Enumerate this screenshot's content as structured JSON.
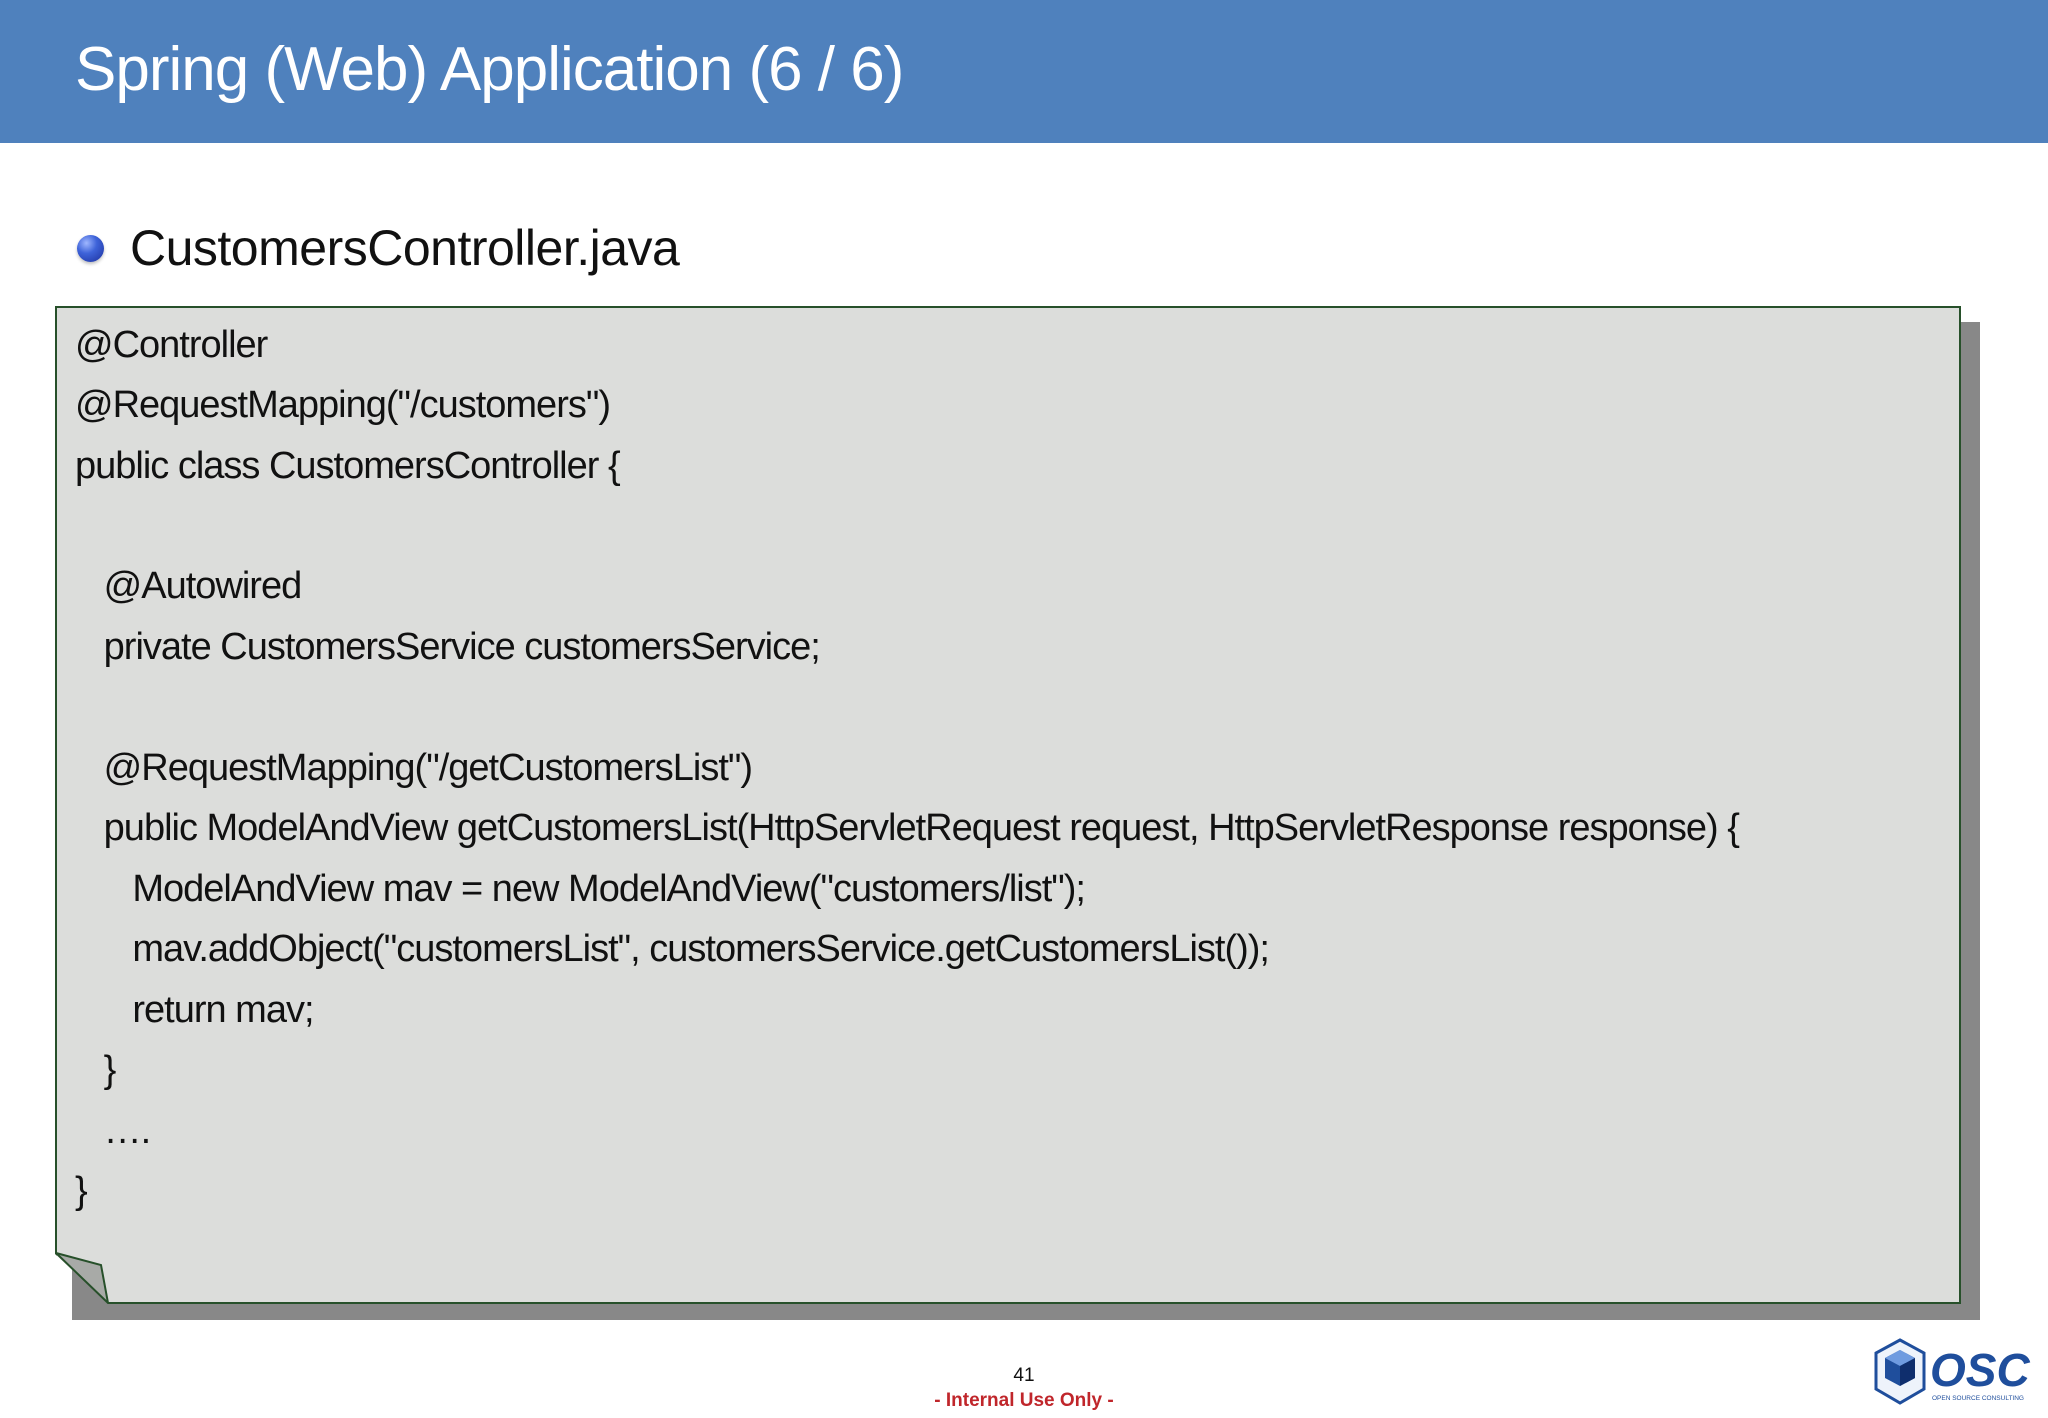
{
  "slide": {
    "title": "Spring (Web) Application (6 / 6)",
    "bullet_text": "CustomersController.java",
    "page_number": "41",
    "footer_note": "- Internal Use Only -",
    "accent_color": "#4f81bd",
    "code_background": "#dcdddb",
    "footer_color": "#c0262b"
  },
  "code": {
    "lines": [
      "@Controller",
      "@RequestMapping(\"/customers\")",
      "public class CustomersController {",
      "",
      "   @Autowired",
      "   private CustomersService customersService;",
      "",
      "   @RequestMapping(\"/getCustomersList\")",
      "   public ModelAndView getCustomersList(HttpServletRequest request, HttpServletResponse response) {",
      "      ModelAndView mav = new ModelAndView(\"customers/list\");",
      "      mav.addObject(\"customersList\", customersService.getCustomersList());",
      "      return mav;",
      "   }",
      "   ….",
      "}"
    ]
  },
  "logo": {
    "icon": "osc-hexagon-logo-icon",
    "text": "OSC",
    "tagline": "OPEN SOURCE CONSULTING"
  }
}
